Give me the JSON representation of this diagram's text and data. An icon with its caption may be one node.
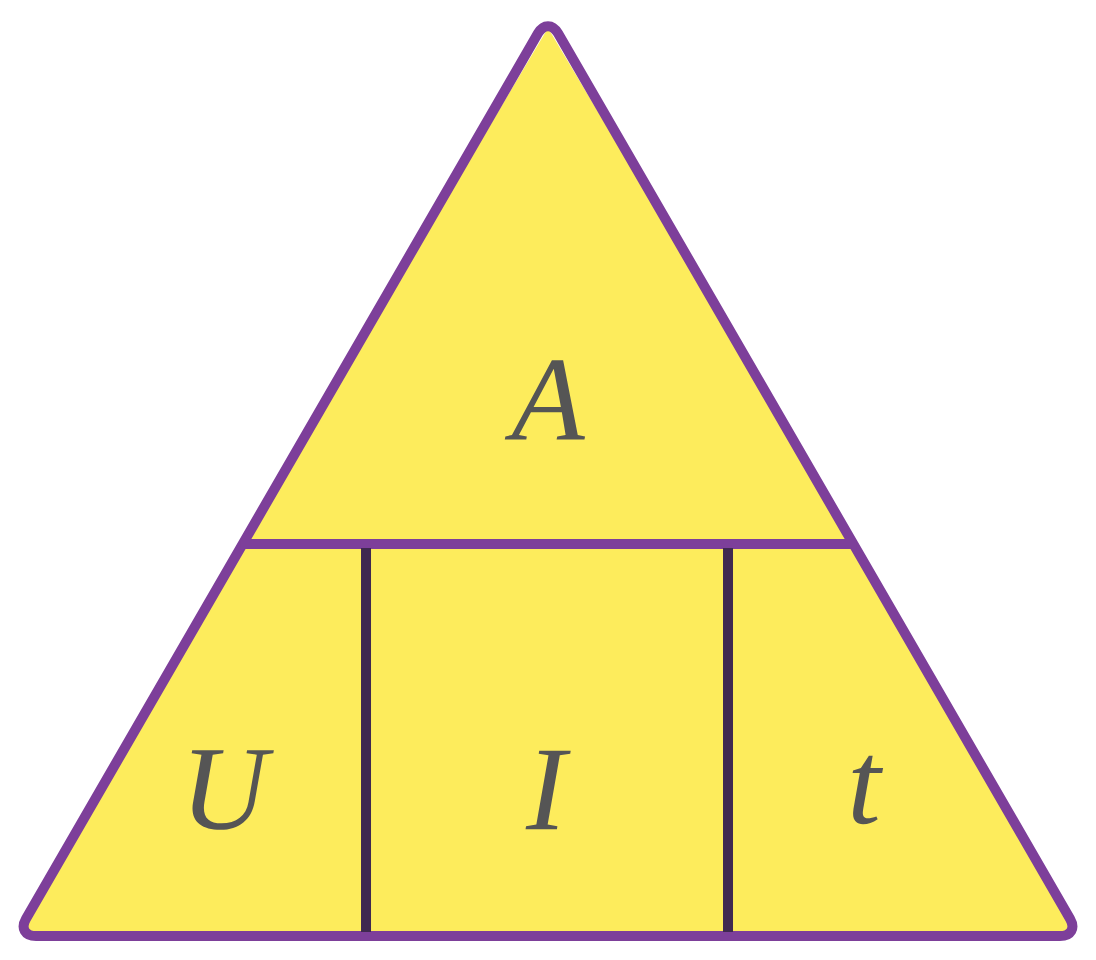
{
  "diagram": {
    "nodes": [
      {
        "text": [
          "A"
        ]
      },
      {
        "text": [
          "U"
        ]
      },
      {
        "text": [
          "I"
        ]
      },
      {
        "text": [
          "t"
        ]
      }
    ]
  }
}
